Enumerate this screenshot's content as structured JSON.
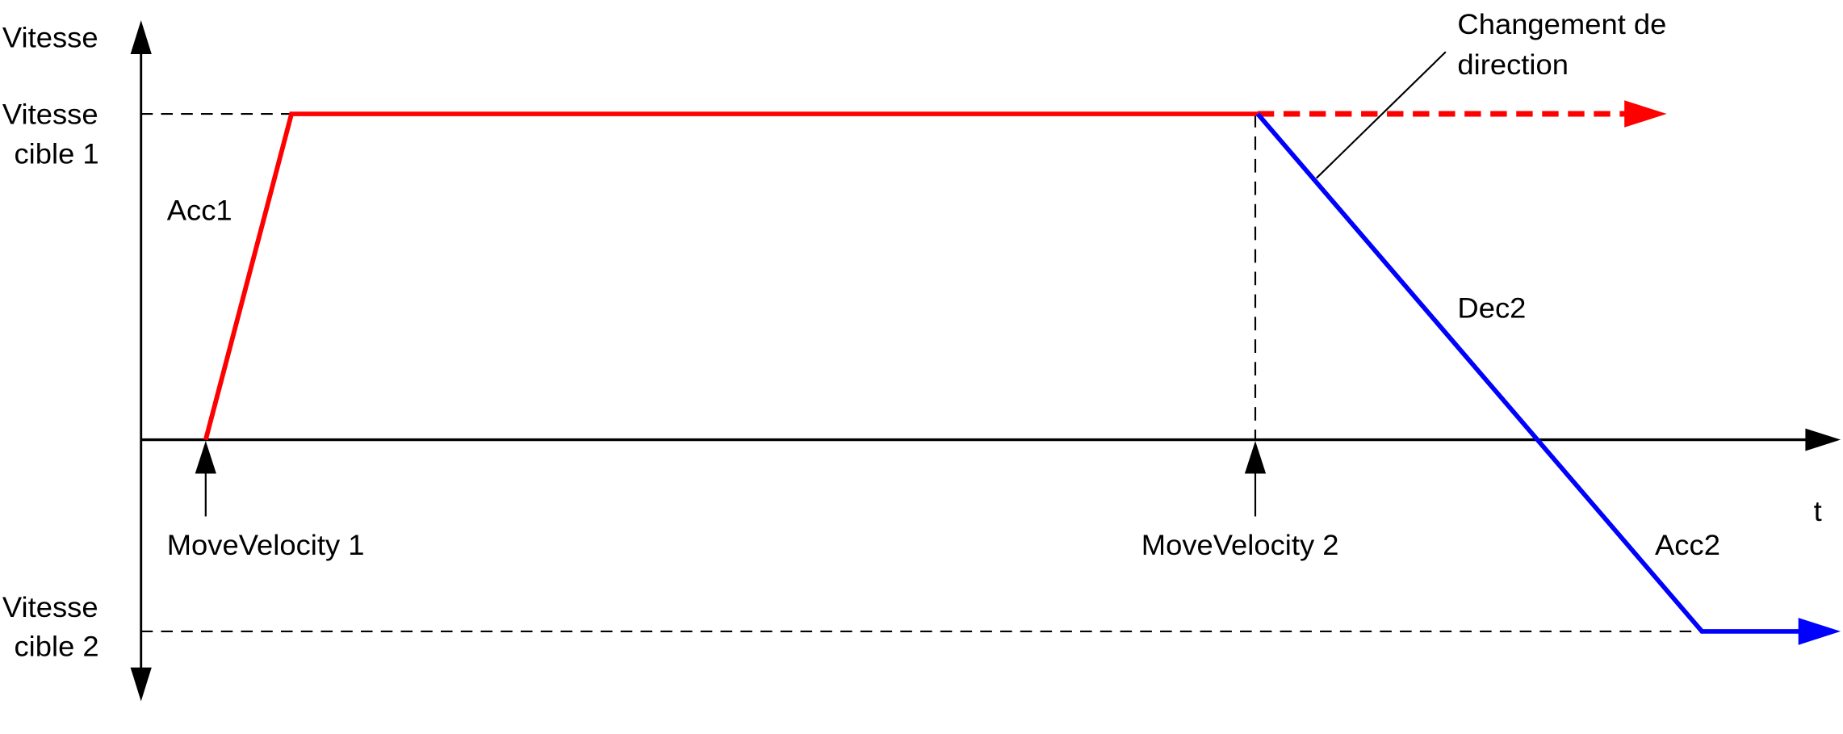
{
  "axes": {
    "y_label": "Vitesse",
    "x_label": "t"
  },
  "levels": {
    "target1": [
      "Vitesse",
      "cible 1"
    ],
    "target2": [
      "Vitesse",
      "cible 2"
    ]
  },
  "segments": {
    "acc1": "Acc1",
    "dec2": "Dec2",
    "acc2": "Acc2"
  },
  "events": {
    "move1": "MoveVelocity 1",
    "move2": "MoveVelocity 2"
  },
  "annotation": [
    "Changement de",
    "direction"
  ],
  "colors": {
    "first_move": "#ff0000",
    "second_move": "#0000ff",
    "axis": "#000000"
  }
}
